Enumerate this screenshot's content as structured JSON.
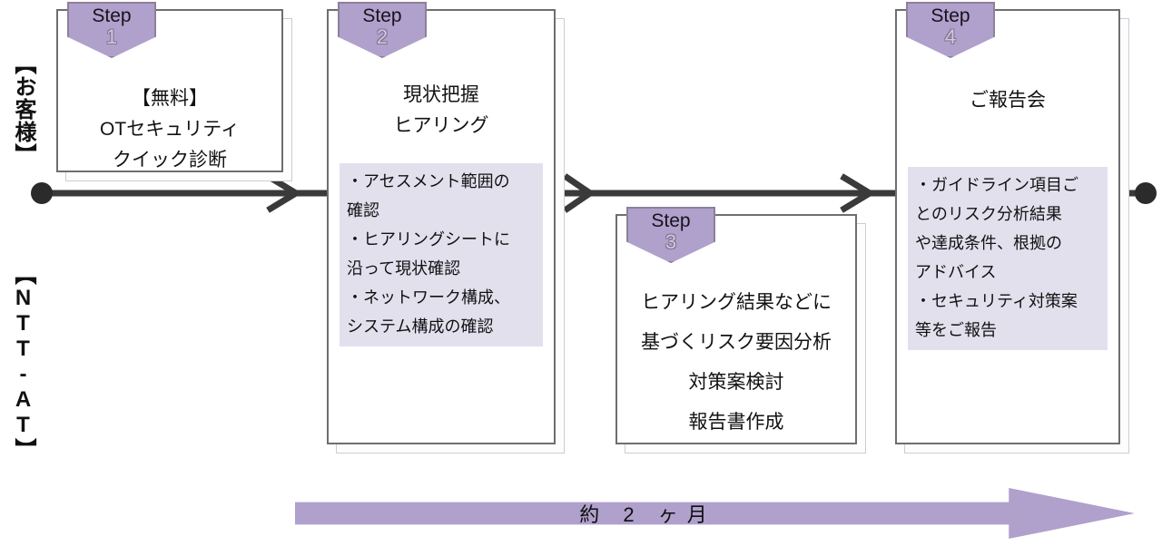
{
  "diagram": {
    "title_lanes": {
      "customer": "【お客様】",
      "provider": "【NTT-AT】"
    },
    "badge_word": "Step",
    "colors": {
      "badge_purple": "#b0a0cc",
      "note_lavender": "#e3e0ee",
      "box_border": "#6e6e6e",
      "shadow_border": "#cdcbd6",
      "timeline": "#3a3a3a",
      "arrow_purple": "#b0a0cc"
    },
    "steps": [
      {
        "number": "1",
        "lane": "customer",
        "title_lines": [
          "【無料】",
          "OTセキュリティ",
          "クイック診断"
        ],
        "note_lines": []
      },
      {
        "number": "2",
        "lane": "customer",
        "title_lines": [
          "現状把握",
          "ヒアリング"
        ],
        "note_lines": [
          "・アセスメント範囲の",
          "確認",
          "・ヒアリングシートに",
          "沿って現状確認",
          "・ネットワーク構成、",
          "システム構成の確認"
        ]
      },
      {
        "number": "3",
        "lane": "provider",
        "title_lines": [
          "ヒアリング結果などに",
          "基づくリスク要因分析",
          "対策案検討",
          "報告書作成"
        ],
        "note_lines": []
      },
      {
        "number": "4",
        "lane": "customer",
        "title_lines": [
          "ご報告会"
        ],
        "note_lines": [
          "・ガイドライン項目ご",
          "とのリスク分析結果",
          "や達成条件、根拠の",
          "アドバイス",
          "・セキュリティ対策案",
          "等をご報告"
        ]
      }
    ],
    "duration_arrow": {
      "label": "約 2 ヶ月"
    }
  }
}
